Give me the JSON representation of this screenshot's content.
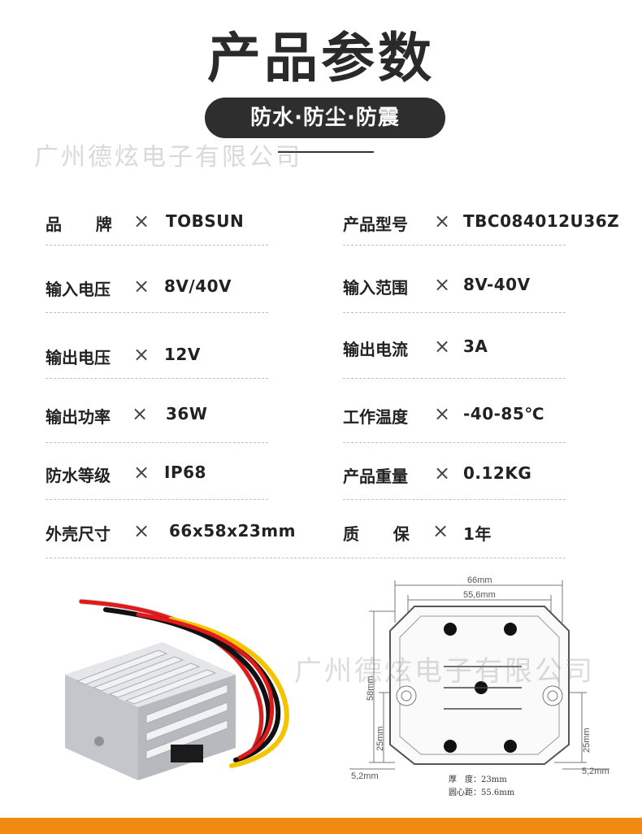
{
  "header": {
    "title": "产品参数",
    "subtitle": "防水·防尘·防震"
  },
  "watermark": "广州德炫电子有限公司",
  "specs": [
    {
      "label": "品      牌",
      "value": "TOBSUN"
    },
    {
      "label": "产品型号",
      "value": "TBC084012U36Z"
    },
    {
      "label": "输入电压",
      "value": "8V/40V"
    },
    {
      "label": "输入范围",
      "value": "8V-40V"
    },
    {
      "label": "输出电压",
      "value": "12V"
    },
    {
      "label": "输出电流",
      "value": "3A"
    },
    {
      "label": "输出功率",
      "value": "36W"
    },
    {
      "label": "工作温度",
      "value": "-40-85℃"
    },
    {
      "label": "防水等级",
      "value": "IP68"
    },
    {
      "label": "产品重量",
      "value": "0.12KG"
    },
    {
      "label": "外壳尺寸",
      "value": "66x58x23mm"
    },
    {
      "label": "质      保",
      "value": "1年"
    }
  ],
  "separator": "×",
  "drawing": {
    "width_66": "66mm",
    "width_556": "55,6mm",
    "height_58": "58mm",
    "left_25": "25mm",
    "right_25": "25mm",
    "left_52": "5,2mm",
    "right_52": "5,2mm",
    "thickness": "厚　度：23mm",
    "hole_distance": "圆心距：55.6mm"
  },
  "colors": {
    "accent": "#f08a10",
    "pill": "#2e2e2e"
  }
}
